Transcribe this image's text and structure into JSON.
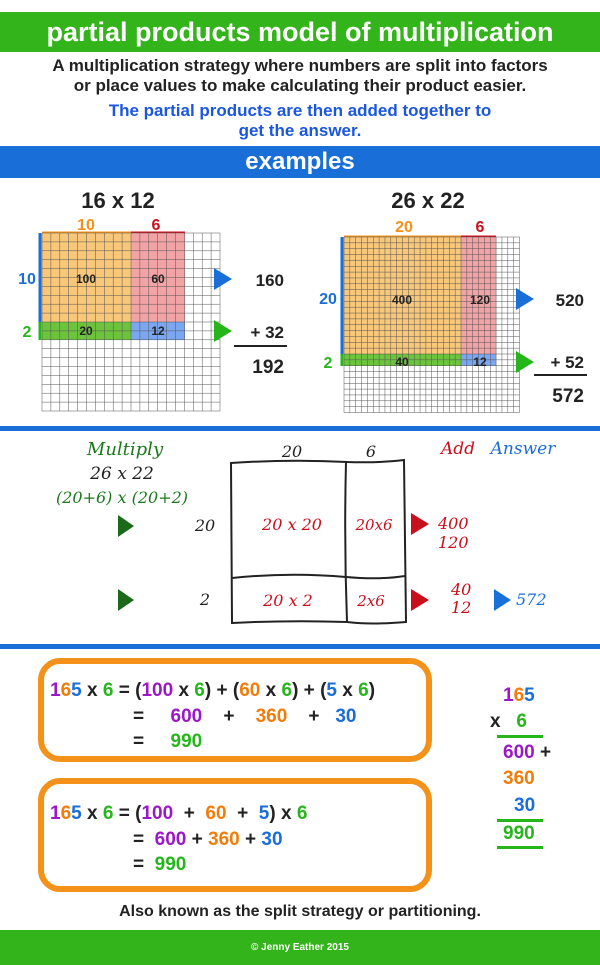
{
  "title": "partial products model of multiplication",
  "intro": {
    "line1": "A multiplication strategy where numbers are split into factors",
    "line2": "or place values to make calculating their product easier.",
    "line3": "The partial products are then added together to",
    "line4": "get the answer."
  },
  "examples_heading": "examples",
  "example1": {
    "title": "16 x 12",
    "top_labels": [
      "10",
      "6"
    ],
    "side_labels": [
      "10",
      "2"
    ],
    "cells": [
      "100",
      "60",
      "20",
      "12"
    ],
    "sum": {
      "first": "160",
      "second": "+ 32",
      "total": "192"
    }
  },
  "example2": {
    "title": "26 x 22",
    "top_labels": [
      "20",
      "6"
    ],
    "side_labels": [
      "20",
      "2"
    ],
    "cells": [
      "400",
      "120",
      "40",
      "12"
    ],
    "sum": {
      "first": "520",
      "second": "+ 52",
      "total": "572"
    }
  },
  "handwritten": {
    "multiply_label": "Multiply",
    "problem": "26 x 22",
    "expanded": "(20+6) x (20+2)",
    "col_labels": [
      "20",
      "6"
    ],
    "row_labels": [
      "20",
      "2"
    ],
    "cells": [
      "20 x 20",
      "20x6",
      "20 x 2",
      "2x6"
    ],
    "add_label": "Add",
    "answer_label": "Answer",
    "add_values": [
      "400",
      "120",
      "40",
      "12"
    ],
    "answer": "572"
  },
  "box1": {
    "line1": {
      "n1": "1",
      "n2": "6",
      "n3": "5",
      "times": "x",
      "m": "6",
      "eq": "=",
      "p1": "(",
      "a": "100",
      "ax": "x",
      "a6": "6",
      "p2": ")",
      "plus1": "+",
      "p3": "(",
      "b": "60",
      "bx": "x",
      "b6": "6",
      "p4": ")",
      "plus2": "+",
      "p5": "(",
      "c": "5",
      "cx": "x",
      "c6": "6",
      "p6": ")"
    },
    "line2": {
      "eq": "=",
      "a": "600",
      "plus1": "+",
      "b": "360",
      "plus2": "+",
      "c": "30"
    },
    "line3": {
      "eq": "=",
      "a": "990"
    }
  },
  "box2": {
    "line1": {
      "n1": "1",
      "n2": "6",
      "n3": "5",
      "times": "x",
      "m": "6",
      "eq": "=",
      "p1": "(",
      "a": "100",
      "plus1": "+",
      "b": "60",
      "plus2": "+",
      "c": "5",
      "p2": ")",
      "x2": "x",
      "m2": "6"
    },
    "line2": {
      "eq": "=",
      "a": "600",
      "plus1": "+",
      "b": "360",
      "plus2": "+",
      "c": "30"
    },
    "line3": {
      "eq": "=",
      "a": "990"
    }
  },
  "vertical": {
    "n1": "1",
    "n2": "6",
    "n3": "5",
    "times": "x",
    "m": "6",
    "p1": "600",
    "plus": "+",
    "p2": "360",
    "p3": "30",
    "total": "990"
  },
  "note": "Also known as the split strategy or partitioning.",
  "footer": "© Jenny Eather 2015",
  "colors": {
    "green_band": "#33b41a",
    "blue_band": "#1a6ed8",
    "orange_box": "#f39118",
    "cell_orange": "#f8c77a",
    "cell_pink": "#f2a3a6",
    "cell_green": "#6cc43c",
    "cell_blue": "#7aa6f2"
  }
}
